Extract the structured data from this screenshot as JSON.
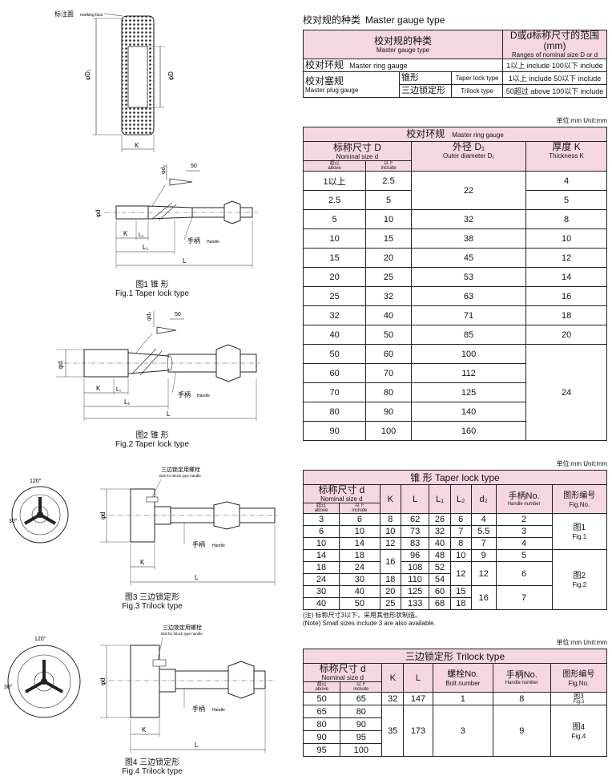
{
  "summary": {
    "title_zh": "校对规的种类",
    "title_en": "Master gauge type",
    "head_type_zh": "校对规的种类",
    "head_type_en": "Master gauge type",
    "head_range_zh": "D或d标称尺寸的范围(mm)",
    "head_range_en": "Ranges of nominal size D or d",
    "ring_zh": "校对环规",
    "ring_en": "Master ring gauge",
    "ring_range": "1以上 include 100以下 include",
    "plug_zh": "校对塞规",
    "plug_en": "Master plug gauge",
    "taper_zh": "锥形",
    "taper_en": "Taper lock type",
    "taper_range": "1以上 include 50以下 include",
    "tri_zh": "三边锁定形",
    "tri_en": "Trilock type",
    "tri_range": "50超过 above 100以下 include"
  },
  "ring_table": {
    "unit": "单位:mm    Unit:mm",
    "title_zh": "校对环规",
    "title_en": "Master ring gauge",
    "col_nominal_zh": "标称尺寸 D",
    "col_nominal_en": "Nominal size d",
    "col_above": "超过",
    "col_above_en": "above",
    "col_include": "以下",
    "col_include_en": "include",
    "col_outer_zh": "外径 D₁",
    "col_outer_en": "Outer diameter D₁",
    "col_thick_zh": "厚度 K",
    "col_thick_en": "Thickness K",
    "rows": [
      [
        "1以上",
        "2.5",
        "22",
        "4"
      ],
      [
        "2.5",
        "5",
        "",
        "5"
      ],
      [
        "5",
        "10",
        "32",
        "8"
      ],
      [
        "10",
        "15",
        "38",
        "10"
      ],
      [
        "15",
        "20",
        "45",
        "12"
      ],
      [
        "20",
        "25",
        "53",
        "14"
      ],
      [
        "25",
        "32",
        "63",
        "16"
      ],
      [
        "32",
        "40",
        "71",
        "18"
      ],
      [
        "40",
        "50",
        "85",
        "20"
      ],
      [
        "50",
        "60",
        "100",
        "24"
      ],
      [
        "60",
        "70",
        "112",
        ""
      ],
      [
        "70",
        "80",
        "125",
        ""
      ],
      [
        "80",
        "90",
        "140",
        ""
      ],
      [
        "90",
        "100",
        "160",
        ""
      ]
    ]
  },
  "taper_table": {
    "unit": "单位:mm    Unit:mm",
    "title": "锥    形    Taper lock type",
    "col_nominal_zh": "标称尺寸 d",
    "col_nominal_en": "Nominal size d",
    "col_above": "超过",
    "col_above_en": "above",
    "col_include": "以下",
    "col_include_en": "include",
    "col_k": "K",
    "col_l": "L",
    "col_l1": "L₁",
    "col_l2": "L₂",
    "col_d2": "d₂",
    "col_handle_zh": "手柄No.",
    "col_handle_en": "Handle number",
    "col_fig_zh": "图形编号",
    "col_fig_en": "Fig.No.",
    "rows": [
      [
        "3",
        "6",
        "8",
        "62",
        "26",
        "6",
        "4",
        "2"
      ],
      [
        "6",
        "10",
        "10",
        "73",
        "32",
        "7",
        "5.5",
        "3"
      ],
      [
        "10",
        "14",
        "12",
        "83",
        "40",
        "8",
        "7",
        "4"
      ],
      [
        "14",
        "18",
        "16",
        "96",
        "48",
        "10",
        "9",
        "5"
      ],
      [
        "18",
        "24",
        "",
        "108",
        "52",
        "12",
        "12",
        "6"
      ],
      [
        "24",
        "30",
        "18",
        "110",
        "54",
        "",
        "",
        ""
      ],
      [
        "30",
        "40",
        "20",
        "125",
        "60",
        "15",
        "16",
        "7"
      ],
      [
        "40",
        "50",
        "25",
        "133",
        "68",
        "18",
        "",
        ""
      ]
    ],
    "fig1_zh": "图1",
    "fig1_en": "Fig.1",
    "fig2_zh": "图2",
    "fig2_en": "Fig.2",
    "note_zh": "(注) 标称尺寸3以下，采用其他形状制造。",
    "note_en": "(Note) Small sizes include 3 are also available."
  },
  "tri_table": {
    "unit": "单位:mm    Unit:mm",
    "title": "三边锁定形    Trilock type",
    "col_nominal_zh": "标称尺寸 d",
    "col_nominal_en": "Nominal size d",
    "col_above": "超过",
    "col_above_en": "above",
    "col_include": "以下",
    "col_include_en": "include",
    "col_k": "K",
    "col_l": "L",
    "col_bolt_zh": "螺栓No.",
    "col_bolt_en": "Bolt number",
    "col_handle_zh": "手柄No.",
    "col_handle_en": "Handle number",
    "col_fig_zh": "图形编号",
    "col_fig_en": "Fig.No.",
    "row1": [
      "50",
      "65",
      "32",
      "147",
      "1",
      "8"
    ],
    "row1_fig_zh": "图3",
    "row1_fig_en": "Fig.3",
    "rows_rest": [
      [
        "65",
        "80"
      ],
      [
        "80",
        "90"
      ],
      [
        "90",
        "95"
      ],
      [
        "95",
        "100"
      ]
    ],
    "merged": {
      "k": "35",
      "l": "173",
      "bolt": "3",
      "handle": "9"
    },
    "fig4_zh": "图4",
    "fig4_en": "Fig.4"
  },
  "figures": {
    "marking_face_zh": "标注面",
    "marking_face_en": "marking face",
    "phi_d1": "φD₁",
    "phi_d": "φD",
    "k": "K",
    "l": "L",
    "l1": "L₁",
    "l2": "L₂",
    "phi_d2": "φd₂",
    "phi_dd": "φd",
    "fifty": "50",
    "handle_zh": "手柄",
    "handle_en": "Handle",
    "bolt_zh": "三边锁定用螺栓",
    "bolt_en": "Bolt for trilock type handle",
    "angle120": "120°",
    "angle30": "30°",
    "fig1_cap_zh": "图1 锥    形",
    "fig1_cap_en": "Fig.1 Taper lock type",
    "fig2_cap_zh": "图2 锥    形",
    "fig2_cap_en": "Fig.2  Taper lock type",
    "fig3_cap_zh": "图3 三边锁定形",
    "fig3_cap_en": "Fig.3  Trilock type",
    "fig4_cap_zh": "图4 三边锁定形",
    "fig4_cap_en": "Fig.4  Trilock type"
  }
}
